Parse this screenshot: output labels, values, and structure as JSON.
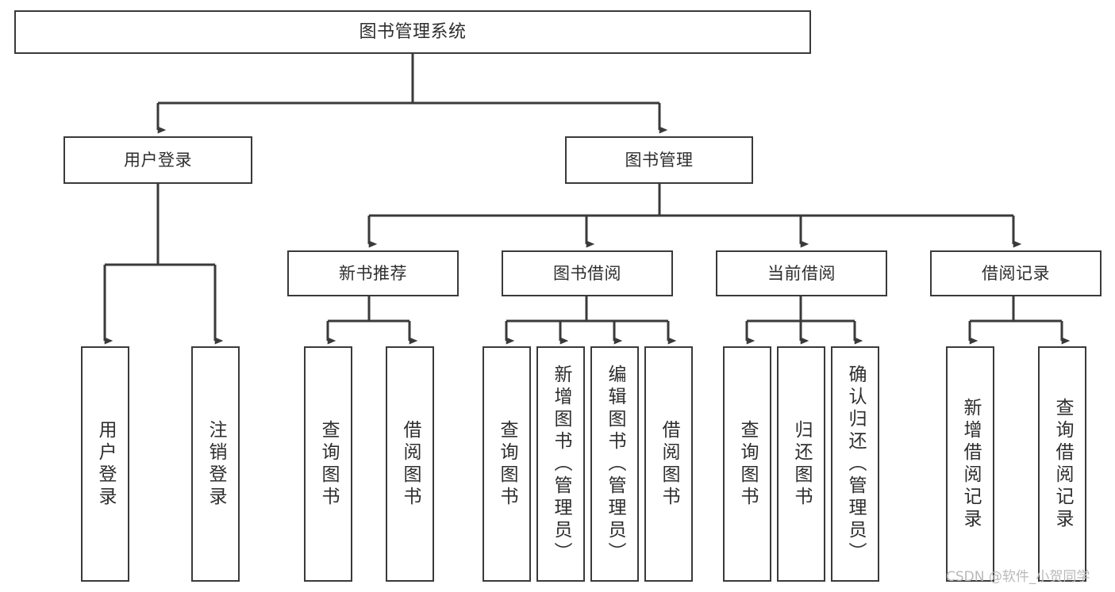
{
  "diagram": {
    "type": "tree-hierarchy",
    "title": "图书管理系统",
    "watermark": "CSDN @软件_小贺同学",
    "colors": {
      "box_border": "#3a3a3a",
      "box_fill": "#ffffff",
      "connector": "#3a3a3a",
      "text": "#2e2e2e",
      "watermark": "#b9b9b9",
      "background": "#ffffff"
    },
    "nodes": {
      "root": {
        "label": "图书管理系统",
        "level": 0,
        "orientation": "horizontal"
      },
      "user_login": {
        "label": "用户登录",
        "level": 1,
        "orientation": "horizontal"
      },
      "book_manage": {
        "label": "图书管理",
        "level": 1,
        "orientation": "horizontal"
      },
      "new_book_rec": {
        "label": "新书推荐",
        "level": 2,
        "orientation": "horizontal"
      },
      "book_borrow": {
        "label": "图书借阅",
        "level": 2,
        "orientation": "horizontal"
      },
      "current_borrow": {
        "label": "当前借阅",
        "level": 2,
        "orientation": "horizontal"
      },
      "borrow_record": {
        "label": "借阅记录",
        "level": 2,
        "orientation": "horizontal"
      },
      "leaf_user_login": {
        "label": "用户登录",
        "level": 3,
        "orientation": "vertical"
      },
      "leaf_logout": {
        "label": "注销登录",
        "level": 3,
        "orientation": "vertical"
      },
      "leaf_query_book_1": {
        "label": "查询图书",
        "level": 3,
        "orientation": "vertical"
      },
      "leaf_borrow_book_1": {
        "label": "借阅图书",
        "level": 3,
        "orientation": "vertical"
      },
      "leaf_query_book_2": {
        "label": "查询图书",
        "level": 3,
        "orientation": "vertical"
      },
      "leaf_add_book": {
        "label": "新增图书（管理员）",
        "level": 3,
        "orientation": "vertical"
      },
      "leaf_edit_book": {
        "label": "编辑图书（管理员）",
        "level": 3,
        "orientation": "vertical"
      },
      "leaf_borrow_book_2": {
        "label": "借阅图书",
        "level": 3,
        "orientation": "vertical"
      },
      "leaf_query_book_3": {
        "label": "查询图书",
        "level": 3,
        "orientation": "vertical"
      },
      "leaf_return_book": {
        "label": "归还图书",
        "level": 3,
        "orientation": "vertical"
      },
      "leaf_confirm_return": {
        "label": "确认归还（管理员）",
        "level": 3,
        "orientation": "vertical"
      },
      "leaf_add_record": {
        "label": "新增借阅记录",
        "level": 3,
        "orientation": "vertical"
      },
      "leaf_query_record": {
        "label": "查询借阅记录",
        "level": 3,
        "orientation": "vertical"
      }
    },
    "edges": [
      {
        "from": "root",
        "to": "user_login"
      },
      {
        "from": "root",
        "to": "book_manage"
      },
      {
        "from": "user_login",
        "to": "leaf_user_login"
      },
      {
        "from": "user_login",
        "to": "leaf_logout"
      },
      {
        "from": "book_manage",
        "to": "new_book_rec"
      },
      {
        "from": "book_manage",
        "to": "book_borrow"
      },
      {
        "from": "book_manage",
        "to": "current_borrow"
      },
      {
        "from": "book_manage",
        "to": "borrow_record"
      },
      {
        "from": "new_book_rec",
        "to": "leaf_query_book_1"
      },
      {
        "from": "new_book_rec",
        "to": "leaf_borrow_book_1"
      },
      {
        "from": "book_borrow",
        "to": "leaf_query_book_2"
      },
      {
        "from": "book_borrow",
        "to": "leaf_add_book"
      },
      {
        "from": "book_borrow",
        "to": "leaf_edit_book"
      },
      {
        "from": "book_borrow",
        "to": "leaf_borrow_book_2"
      },
      {
        "from": "current_borrow",
        "to": "leaf_query_book_3"
      },
      {
        "from": "current_borrow",
        "to": "leaf_return_book"
      },
      {
        "from": "current_borrow",
        "to": "leaf_confirm_return"
      },
      {
        "from": "borrow_record",
        "to": "leaf_add_record"
      },
      {
        "from": "borrow_record",
        "to": "leaf_query_record"
      }
    ]
  }
}
